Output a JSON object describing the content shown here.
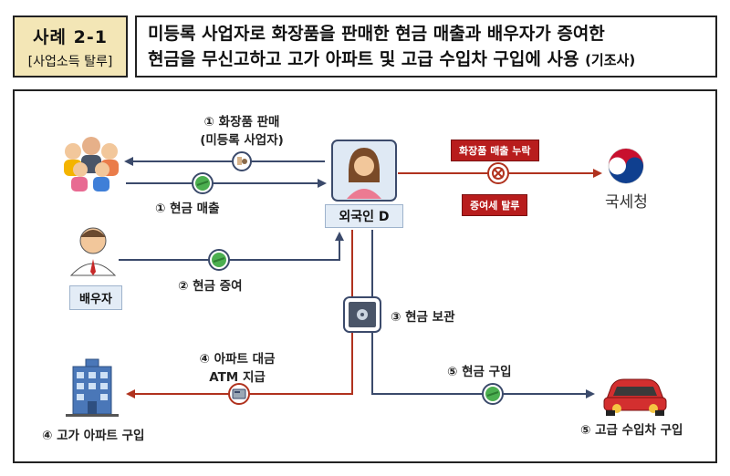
{
  "header": {
    "case_title": "사례 2-1",
    "case_sub": "[사업소득 탈루]",
    "line1": "미등록 사업자로 화장품을 판매한 현금 매출과 배우자가 증여한",
    "line2_main": "현금을 무신고하고 고가 아파트 및 고급 수입차 구입에 사용",
    "line2_tag": "(기조사)"
  },
  "nodes": {
    "center": "외국인 D",
    "spouse": "배우자",
    "tax_office": "국세청",
    "apartment": "④ 고가 아파트 구입",
    "car": "⑤ 고급 수입차 구입"
  },
  "flows": {
    "sale_line1": "① 화장품 판매",
    "sale_line2": "(미등록 사업자)",
    "cash_sales": "① 현금 매출",
    "cash_gift": "② 현금 증여",
    "cash_keep": "③ 현금 보관",
    "apt_line1": "④ 아파트 대금",
    "apt_line2": "ATM 지급",
    "car_buy": "⑤ 현금 구입",
    "omit_sales": "화장품 매출 누락",
    "omit_gift": "증여세 탈루"
  },
  "colors": {
    "red": "#b0321e",
    "navy": "#3b4a6b",
    "badge": "#b81d1d",
    "case_bg": "#f3e6b6"
  }
}
